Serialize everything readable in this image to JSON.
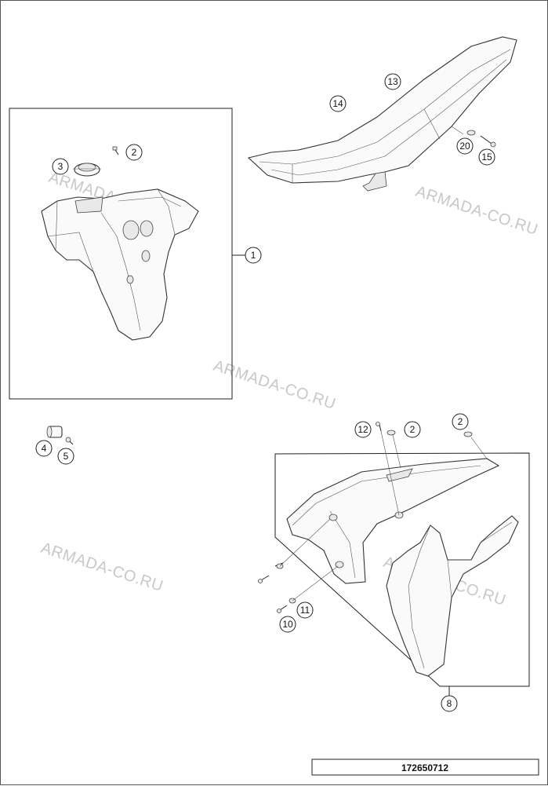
{
  "diagram": {
    "part_number": "172650712",
    "watermark": "ARMADA-CO.RU",
    "callouts": {
      "c1": "1",
      "c2a": "2",
      "c2b": "2",
      "c2c": "2",
      "c3": "3",
      "c4": "4",
      "c5": "5",
      "c8": "8",
      "c10": "10",
      "c11": "11",
      "c12": "12",
      "c13": "13",
      "c14": "14",
      "c15": "15",
      "c20": "20"
    }
  }
}
